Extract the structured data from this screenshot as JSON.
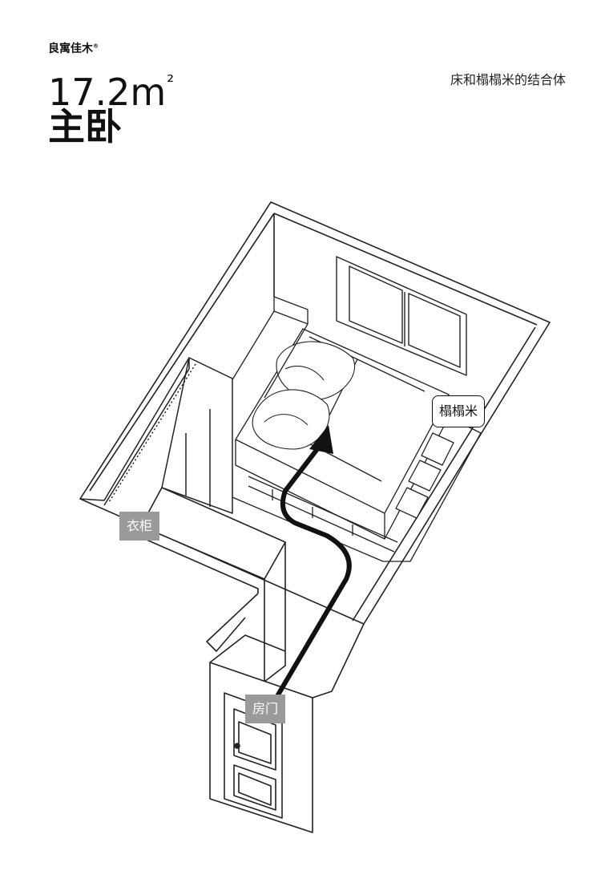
{
  "brand": {
    "name": "良寓佳木",
    "mark": "®"
  },
  "header": {
    "area_value": "17.2m",
    "area_sup": "²",
    "room_name": "主卧",
    "subtitle": "床和榻榻米的结合体"
  },
  "labels": {
    "tatami": "榻榻米",
    "wardrobe": "衣柜",
    "door": "房门"
  }
}
